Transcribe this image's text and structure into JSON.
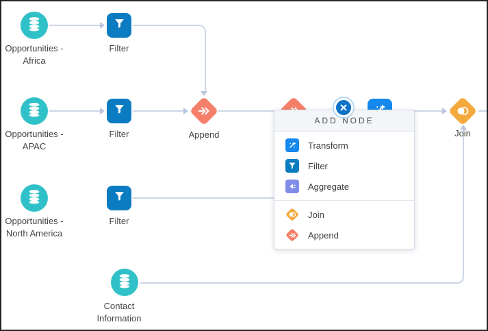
{
  "diagram": {
    "nodes": {
      "africa": {
        "type": "dataset",
        "name_line1": "Opportunities -",
        "name_line2": "Africa"
      },
      "filter_africa": {
        "type": "filter",
        "name": "Filter"
      },
      "apac": {
        "type": "dataset",
        "name_line1": "Opportunities -",
        "name_line2": "APAC"
      },
      "filter_apac": {
        "type": "filter",
        "name": "Filter"
      },
      "append": {
        "type": "append",
        "name": "Append"
      },
      "na": {
        "type": "dataset",
        "name_line1": "Opportunities -",
        "name_line2": "North America"
      },
      "filter_na": {
        "type": "filter",
        "name": "Filter"
      },
      "contact": {
        "type": "dataset",
        "name_line1": "Contact",
        "name_line2": "Information"
      },
      "join": {
        "type": "join",
        "name": "Join"
      }
    }
  },
  "popup": {
    "title": "ADD NODE",
    "close_icon": "x-circle-icon",
    "groups": [
      {
        "items": [
          {
            "label": "Transform",
            "icon": "transform-icon"
          },
          {
            "label": "Filter",
            "icon": "filter-icon"
          },
          {
            "label": "Aggregate",
            "icon": "aggregate-icon"
          }
        ]
      },
      {
        "items": [
          {
            "label": "Join",
            "icon": "join-icon"
          },
          {
            "label": "Append",
            "icon": "append-icon"
          }
        ]
      }
    ]
  },
  "colors": {
    "dataset_teal": "#30c1c8",
    "filter_blue": "#0b7cc1",
    "transform_blue": "#1589ee",
    "aggregate_purple": "#7f8ce8",
    "append_orange": "#f5806a",
    "join_yellow": "#f4a93c",
    "connector_gray": "#ccd5e6",
    "close_button_blue": "#0e72c8"
  }
}
